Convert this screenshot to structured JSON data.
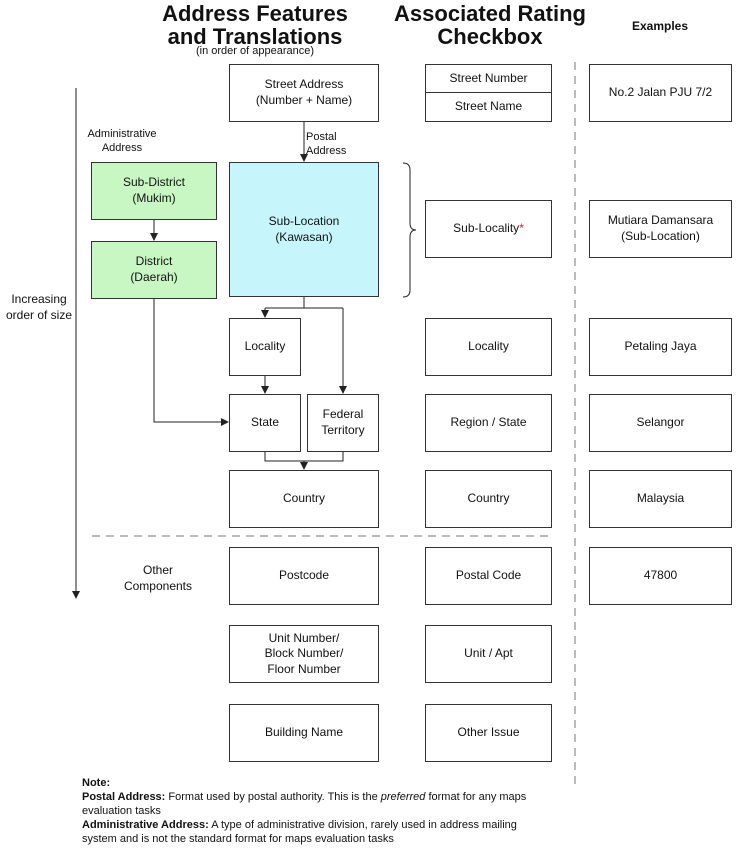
{
  "headers": {
    "features_line1": "Address Features",
    "features_line2": "and Translations",
    "features_sub": "(in order of appearance)",
    "rating_line1": "Associated Rating",
    "rating_line2": "Checkbox",
    "examples": "Examples"
  },
  "features": {
    "street_address": "Street Address\n(Number + Name)",
    "sub_location": "Sub-Location\n(Kawasan)",
    "locality": "Locality",
    "state": "State",
    "federal_territory": "Federal\nTerritory",
    "country": "Country",
    "postcode": "Postcode",
    "unit_number": "Unit Number/\nBlock Number/\nFloor Number",
    "building_name": "Building Name"
  },
  "administrative": {
    "label": "Administrative\nAddress",
    "sub_district": "Sub-District\n(Mukim)",
    "district": "District\n(Daerah)"
  },
  "postal_label": "Postal\nAddress",
  "size_label": "Increasing\norder of size",
  "other_components": "Other\nComponents",
  "rating": {
    "street_number": "Street Number",
    "street_name": "Street Name",
    "sub_locality": "Sub-Locality",
    "sub_locality_mark": "*",
    "locality": "Locality",
    "region_state": "Region / State",
    "country": "Country",
    "postal_code": "Postal Code",
    "unit_apt": "Unit / Apt",
    "other_issue": "Other Issue"
  },
  "examples": {
    "street": "No.2 Jalan PJU 7/2",
    "sub_location": "Mutiara Damansara\n(Sub-Location)",
    "locality": "Petaling Jaya",
    "state": "Selangor",
    "country": "Malaysia",
    "postcode": "47800"
  },
  "note": {
    "title": "Note:",
    "postal_term": "Postal Address:",
    "postal_text_a": " Format used by postal authority. This is the ",
    "postal_emph": "preferred",
    "postal_text_b": " format for any maps evaluation tasks",
    "admin_term": "Administrative Address:",
    "admin_text": " A type of administrative division, rarely used in address mailing system and is not the standard format for maps evaluation tasks"
  }
}
